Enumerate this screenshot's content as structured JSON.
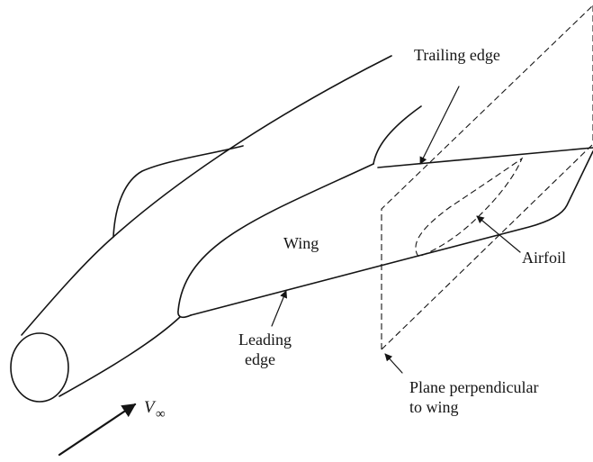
{
  "labels": {
    "trailing_edge": "Trailing edge",
    "wing": "Wing",
    "airfoil": "Airfoil",
    "leading_edge_line1": "Leading",
    "leading_edge_line2": "edge",
    "plane_line1": "Plane perpendicular",
    "plane_line2": "to wing",
    "freestream_symbol": "V",
    "freestream_subscript": "∞"
  },
  "colors": {
    "ink": "#141414",
    "background": "#ffffff"
  }
}
